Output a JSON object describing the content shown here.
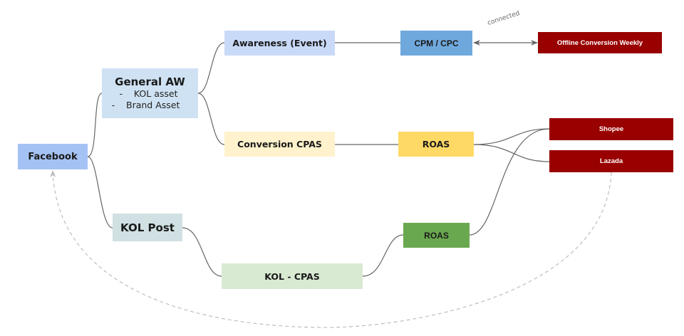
{
  "diagram": {
    "title": "",
    "nodes": {
      "facebook": {
        "label": "Facebook",
        "color": "#a4c2f4"
      },
      "general_aw": {
        "label": "General AW",
        "items": [
          "-    KOL asset",
          "-    Brand Asset"
        ],
        "color": "#cfe2f3"
      },
      "kol_post": {
        "label": "KOL Post",
        "color": "#d0e0e3"
      },
      "awareness_event": {
        "label": "Awareness (Event)",
        "color": "#c9daf8"
      },
      "conversion_cpas": {
        "label": "Conversion CPAS",
        "color": "#fff2cc"
      },
      "kol_cpas": {
        "label": "KOL - CPAS",
        "color": "#d9ead3"
      },
      "cpm_cpc": {
        "label": "CPM / CPC",
        "color": "#6fa8dc"
      },
      "roas_conversion": {
        "label": "ROAS",
        "color": "#ffd966"
      },
      "roas_kol": {
        "label": "ROAS",
        "color": "#6aa84f"
      },
      "offline_conversion": {
        "label": "Offline Conversion Weekly",
        "color": "#990000"
      },
      "shopee": {
        "label": "Shopee",
        "color": "#990000"
      },
      "lazada": {
        "label": "Lazada",
        "color": "#990000"
      }
    },
    "edges": [
      {
        "from": "facebook",
        "to": "general_aw",
        "style": "solid"
      },
      {
        "from": "facebook",
        "to": "kol_post",
        "style": "solid"
      },
      {
        "from": "general_aw",
        "to": "awareness_event",
        "style": "solid"
      },
      {
        "from": "general_aw",
        "to": "conversion_cpas",
        "style": "solid"
      },
      {
        "from": "awareness_event",
        "to": "cpm_cpc",
        "style": "solid"
      },
      {
        "from": "conversion_cpas",
        "to": "roas_conversion",
        "style": "solid"
      },
      {
        "from": "kol_post",
        "to": "kol_cpas",
        "style": "solid"
      },
      {
        "from": "kol_cpas",
        "to": "roas_kol",
        "style": "solid"
      },
      {
        "from": "cpm_cpc",
        "to": "offline_conversion",
        "style": "solid-bidirectional",
        "label": "connected"
      },
      {
        "from": "roas_conversion",
        "to": "shopee",
        "style": "solid"
      },
      {
        "from": "roas_conversion",
        "to": "lazada",
        "style": "solid"
      },
      {
        "from": "roas_kol",
        "to": "shopee",
        "style": "solid"
      },
      {
        "from": "lazada",
        "to": "facebook",
        "style": "dashed-arrow"
      }
    ],
    "edge_label": "connected",
    "line_color": "#666666",
    "dashed_color": "#b7b7b7"
  }
}
